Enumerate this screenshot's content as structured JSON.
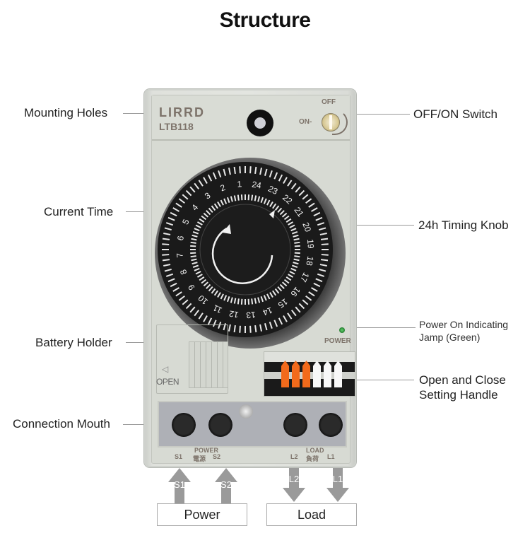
{
  "title": "Structure",
  "device": {
    "brand": "LIRRD",
    "model": "LTB118",
    "switch_off_label": "OFF",
    "switch_on_label": "ON-",
    "power_indicator_label": "POWER",
    "battery_open_label": "OPEN",
    "battery_arrow": "◁",
    "dial_numbers": [
      "24",
      "23",
      "22",
      "21",
      "20",
      "19",
      "18",
      "17",
      "16",
      "15",
      "14",
      "13",
      "12",
      "11",
      "10",
      "9",
      "8",
      "7",
      "6",
      "5",
      "4",
      "3",
      "2",
      "1"
    ],
    "setting_pins": [
      {
        "state": "on",
        "color": "#f26a1b"
      },
      {
        "state": "on",
        "color": "#f26a1b"
      },
      {
        "state": "on",
        "color": "#f26a1b"
      },
      {
        "state": "off",
        "color": "#f8f8f8"
      },
      {
        "state": "off",
        "color": "#f8f8f8"
      },
      {
        "state": "off",
        "color": "#f8f8f8"
      }
    ],
    "terminal_labels": {
      "power_group": "POWER",
      "power_cn": "電源",
      "s1": "S1",
      "s2": "S2",
      "load_group": "LOAD",
      "load_cn": "負荷",
      "l2": "L2",
      "l1": "L1"
    }
  },
  "callouts": {
    "mounting_holes": "Mounting Holes",
    "current_time": "Current Time",
    "battery_holder": "Battery Holder",
    "connection_mouth": "Connection Mouth",
    "off_on_switch": "OFF/ON Switch",
    "timing_knob": "24h Timing Knob",
    "power_indicator_line1": "Power On Indicating",
    "power_indicator_line2": "Jamp (Green)",
    "setting_handle_line1": "Open and Close",
    "setting_handle_line2": "Setting Handle"
  },
  "wiring": {
    "arrows": [
      {
        "label": "S1",
        "direction": "up"
      },
      {
        "label": "S2",
        "direction": "up"
      },
      {
        "label": "L2",
        "direction": "down"
      },
      {
        "label": "L1",
        "direction": "down"
      }
    ],
    "power_box": "Power",
    "load_box": "Load"
  }
}
